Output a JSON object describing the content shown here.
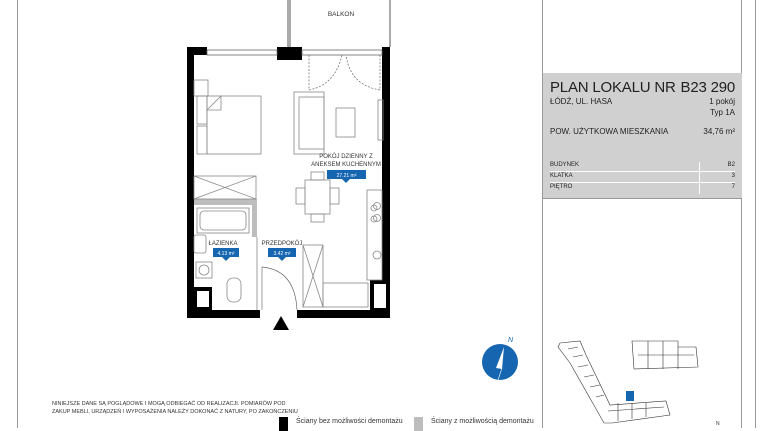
{
  "plan": {
    "balcony_label": "BALKON",
    "rooms": [
      {
        "name_line1": "POKÓJ DZIENNY Z",
        "name_line2": "ANEKSEM KUCHENNYM",
        "area": "27.21 m²"
      },
      {
        "name_line1": "ŁAZIENKA",
        "area": "4.13 m²"
      },
      {
        "name_line1": "PRZEDPOKÓJ",
        "area": "3.42 m²"
      }
    ]
  },
  "info": {
    "title": "PLAN LOKALU NR",
    "unit_number": "B23 290",
    "address": "ŁÓDŹ, UL. HASA",
    "rooms_count": "1 pokój",
    "type": "Typ 1A",
    "area_label": "POW. UŻYTKOWA MIESZKANIA",
    "area_value": "34,76 m²",
    "details": [
      {
        "label": "BUDYNEK",
        "value": "B2"
      },
      {
        "label": "KLATKA",
        "value": "3"
      },
      {
        "label": "PIĘTRO",
        "value": "7"
      }
    ]
  },
  "compass": {
    "label": "N"
  },
  "site_map": {
    "north_label": "N"
  },
  "disclaimer": {
    "line1": "NINIEJSZE DANE SĄ POGLĄDOWE I MOGĄ ODBIEGAĆ OD REALIZACJI. POMIARÓW POD",
    "line2": "ZAKUP MEBLI, URZĄDZEŃ I WYPOSAŻENIA NALEŻY DOKONAĆ Z NATURY, PO ZAKOŃCZENIU"
  },
  "legend": [
    {
      "label": "Ściany bez możliwości demontażu",
      "color": "#000000"
    },
    {
      "label": "Ściany z możliwością demontażu",
      "color": "#bdbdbd"
    }
  ],
  "colors": {
    "accent": "#1565b0",
    "panel": "#d0d0d0"
  }
}
